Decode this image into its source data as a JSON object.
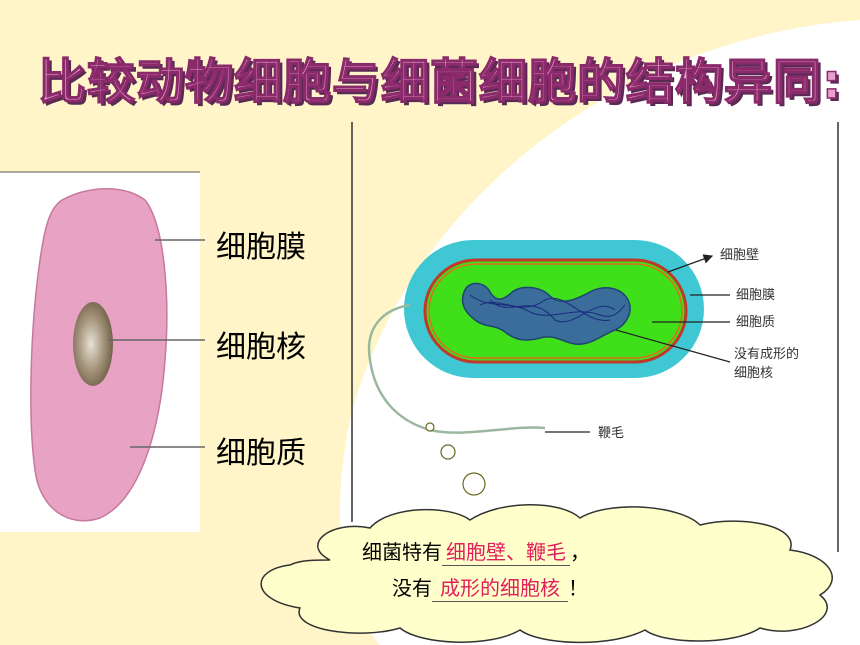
{
  "title": "比较动物细胞与细菌细胞的结构异同:",
  "animal_cell": {
    "labels": [
      "细胞膜",
      "细胞核",
      "细胞质"
    ]
  },
  "bacteria_cell": {
    "labels": [
      "细胞壁",
      "细胞膜",
      "细胞质",
      "没有成形的",
      "细胞核",
      "鞭毛"
    ]
  },
  "cloud": {
    "line1_prefix": "细菌特有",
    "line1_answer": "细胞壁、鞭毛",
    "line1_suffix": "，",
    "line2_prefix": "没有",
    "line2_answer": "成形的细胞核",
    "line2_suffix": "！"
  },
  "colors": {
    "background_accent": "#fff5c8",
    "animal_cytoplasm": "#e8a3c4",
    "nucleus": "#9a8670",
    "capsule": "#3fc8d4",
    "cell_wall": "#c0392b",
    "bacteria_cytoplasm": "#3fe01a",
    "nucleoid": "#2a3aa0",
    "answer_text": "#e0205a"
  }
}
